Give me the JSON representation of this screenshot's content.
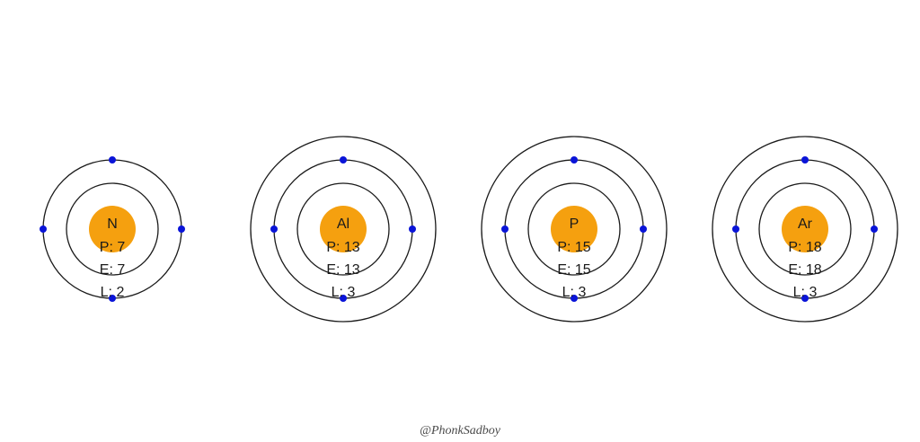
{
  "atoms": [
    {
      "symbol": "N",
      "protons_label": "P: 7",
      "electrons_label": "E: 7",
      "levels_label": "L: 2",
      "shell_count": 2,
      "electron_ring": 1,
      "electron_count": 4
    },
    {
      "symbol": "Al",
      "protons_label": "P: 13",
      "electrons_label": "E: 13",
      "levels_label": "L: 3",
      "shell_count": 3,
      "electron_ring": 1,
      "electron_count": 4
    },
    {
      "symbol": "P",
      "protons_label": "P: 15",
      "electrons_label": "E: 15",
      "levels_label": "L: 3",
      "shell_count": 3,
      "electron_ring": 1,
      "electron_count": 4
    },
    {
      "symbol": "Ar",
      "protons_label": "P: 18",
      "electrons_label": "E: 18",
      "levels_label": "L: 3",
      "shell_count": 3,
      "electron_ring": 1,
      "electron_count": 4
    }
  ],
  "credit": "@PhonkSadboy",
  "colors": {
    "nucleus": "#f5a00f",
    "electron": "#0a14d8",
    "shell": "#1a1a1a"
  }
}
